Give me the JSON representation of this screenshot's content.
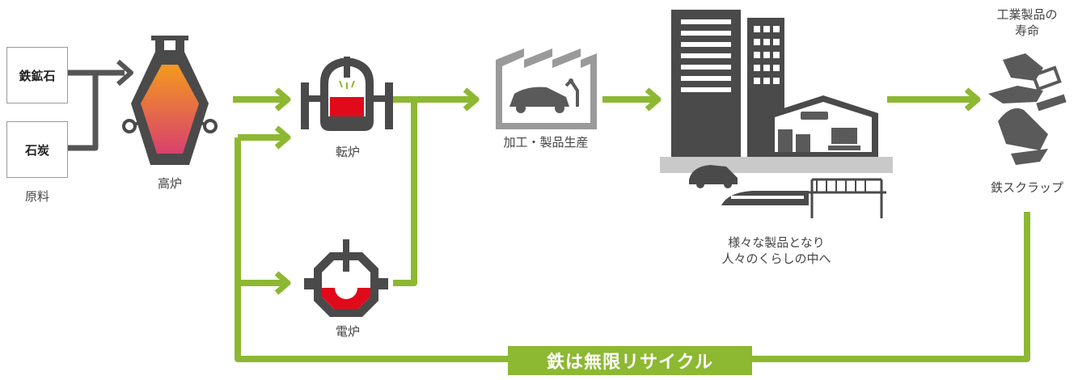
{
  "raw_materials": {
    "iron_ore": "鉄鉱石",
    "coal": "石炭",
    "caption": "原料"
  },
  "blast_furnace": "高炉",
  "converter": "転炉",
  "electric_furnace": "電炉",
  "processing": "加工・製品生産",
  "products": {
    "line1": "様々な製品となり",
    "line2": "人々のくらしの中へ"
  },
  "lifespan": {
    "line1": "工業製品の",
    "line2": "寿命"
  },
  "scrap": "鉄スクラップ",
  "banner": "鉄は無限リサイクル",
  "colors": {
    "flow_green": "#8db832",
    "raw_arrow_gray": "#555555",
    "furnace_orange": "#f39a1e",
    "furnace_pink": "#d8406e",
    "molten_red": "#e10a1b",
    "icon_dark": "#4a4a4a"
  }
}
